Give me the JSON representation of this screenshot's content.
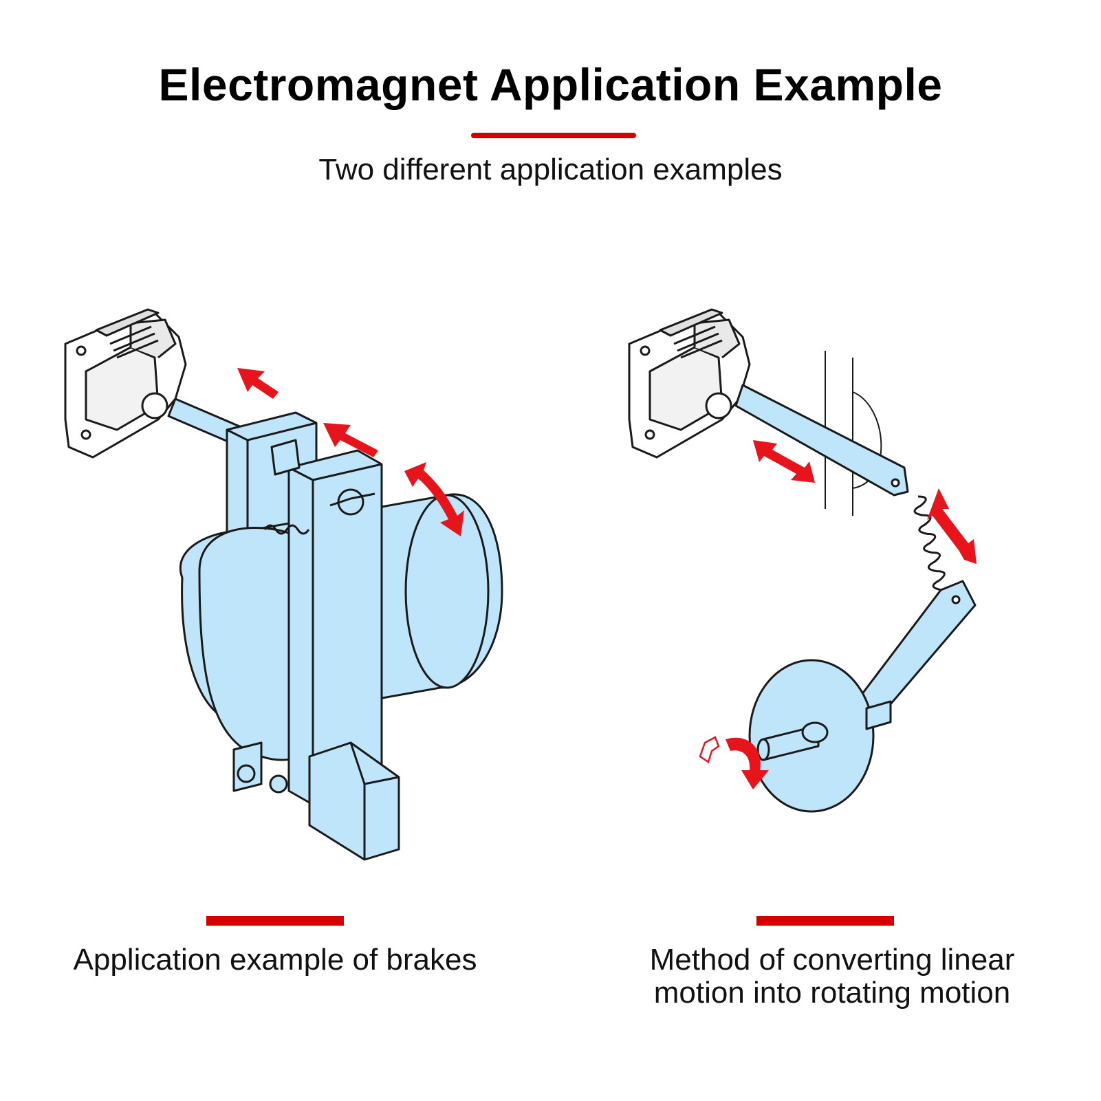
{
  "header": {
    "title": "Electromagnet Application Example",
    "subtitle": "Two different application examples"
  },
  "examples": [
    {
      "caption": "Application example of brakes"
    },
    {
      "caption": "Method of converting linear\nmotion into rotating motion"
    }
  ],
  "colors": {
    "accent": "#d40000",
    "part_fill": "#bfe5fa",
    "outline": "#1a1a1a",
    "arrow": "#e8141b"
  }
}
